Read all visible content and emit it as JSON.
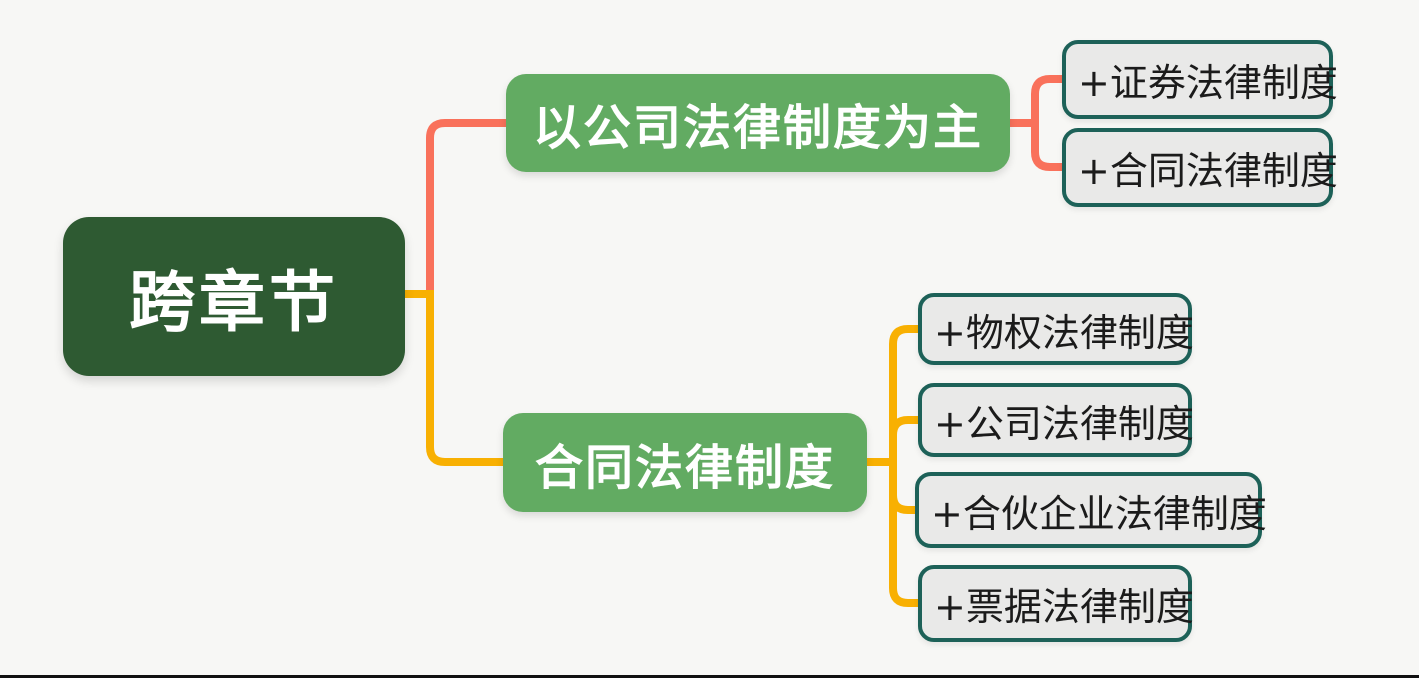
{
  "colors": {
    "background": "#f7f7f5",
    "root_fill": "#2e5a32",
    "branch_fill": "#62ab62",
    "node_text_light": "#ffffff",
    "leaf_fill": "#e9e9e8",
    "leaf_border": "#1d6158",
    "leaf_text": "#1b1b1b",
    "connector_top": "#f9715b",
    "connector_bottom": "#f8b002"
  },
  "mindmap": {
    "root": {
      "label": "跨章节"
    },
    "branches": [
      {
        "label": "以公司法律制度为主",
        "children": [
          {
            "label": "+证券法律制度"
          },
          {
            "label": "+合同法律制度"
          }
        ]
      },
      {
        "label": "合同法律制度",
        "children": [
          {
            "label": "+物权法律制度"
          },
          {
            "label": "+公司法律制度"
          },
          {
            "label": "+合伙企业法律制度"
          },
          {
            "label": "+票据法律制度"
          }
        ]
      }
    ]
  }
}
